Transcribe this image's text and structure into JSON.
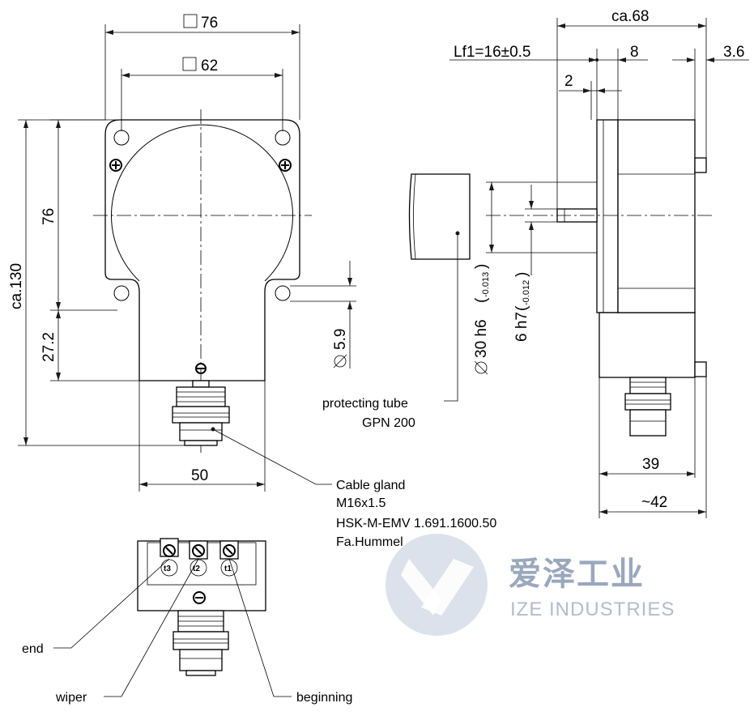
{
  "dimensions": {
    "sq76": "76",
    "sq62": "62",
    "h76": "76",
    "ca130": "ca.130",
    "d272": "27.2",
    "w50": "50",
    "hole59": "5.9",
    "ca68": "ca.68",
    "lf1": "Lf1=16±0.5",
    "d8": "8",
    "d36": "3.6",
    "d2": "2",
    "flange": "30 h6",
    "flange_tol": "-0.013",
    "shaft": "6 h7",
    "shaft_tol": "-0.012",
    "d39": "39",
    "d42": "~42"
  },
  "labels": {
    "protecting_tube": [
      "protecting tube",
      "GPN 200"
    ],
    "cable_gland": [
      "Cable gland",
      "M16x1.5",
      "HSK-M-EMV 1.691.1600.50",
      "Fa.Hummel"
    ],
    "end": "end",
    "wiper": "wiper",
    "beginning": "beginning"
  },
  "terminals": [
    "t3",
    "t2",
    "t1"
  ],
  "logo": {
    "cn": "爱泽工业",
    "en": "IZE INDUSTRIES",
    "colors": [
      "#9fb0c8",
      "#c9d2de"
    ]
  }
}
